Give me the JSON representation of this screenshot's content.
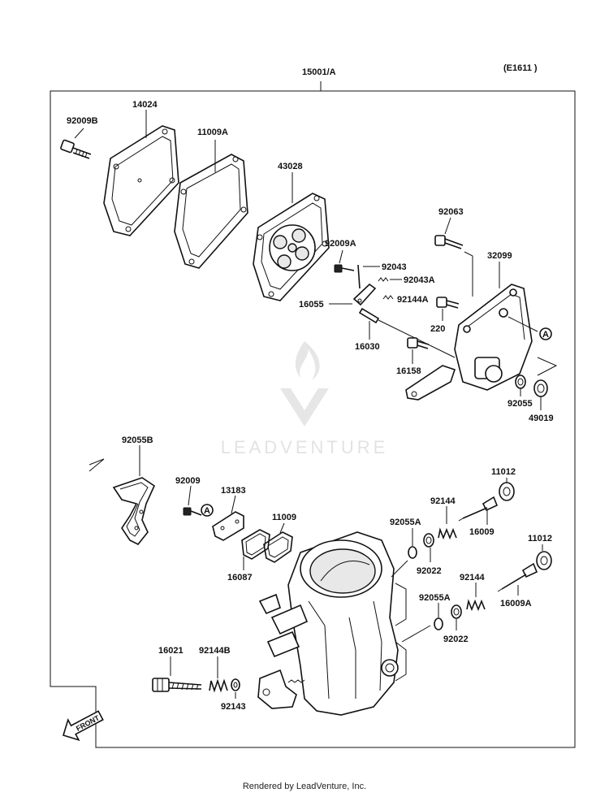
{
  "diagram": {
    "assembly_label": "15001/A",
    "code": "(E1611 )",
    "watermark": "LEADVENTURE",
    "front_arrow": "FRONT",
    "parts": {
      "p92009B": "92009B",
      "p14024": "14024",
      "p11009A": "11009A",
      "p43028": "43028",
      "p92009A": "92009A",
      "p92043": "92043",
      "p92043A": "92043A",
      "p92144A": "92144A",
      "p16055": "16055",
      "p16030": "16030",
      "p92063": "92063",
      "p32099": "32099",
      "p220": "220",
      "p16158": "16158",
      "p92055": "92055",
      "p49019": "49019",
      "p92055B": "92055B",
      "p92009": "92009",
      "p13183": "13183",
      "p11009": "11009",
      "p16087": "16087",
      "p92055A_1": "92055A",
      "p92144_1": "92144",
      "p11012_1": "11012",
      "p16009": "16009",
      "p92022_1": "92022",
      "p11012_2": "11012",
      "p92144_2": "92144",
      "p16009A": "16009A",
      "p92055A_2": "92055A",
      "p92022_2": "92022",
      "p16021": "16021",
      "p92144B": "92144B",
      "p92143": "92143"
    },
    "ref_markers": {
      "a1": "A",
      "a2": "A"
    }
  },
  "footer": {
    "text": "Rendered by LeadVenture, Inc."
  }
}
